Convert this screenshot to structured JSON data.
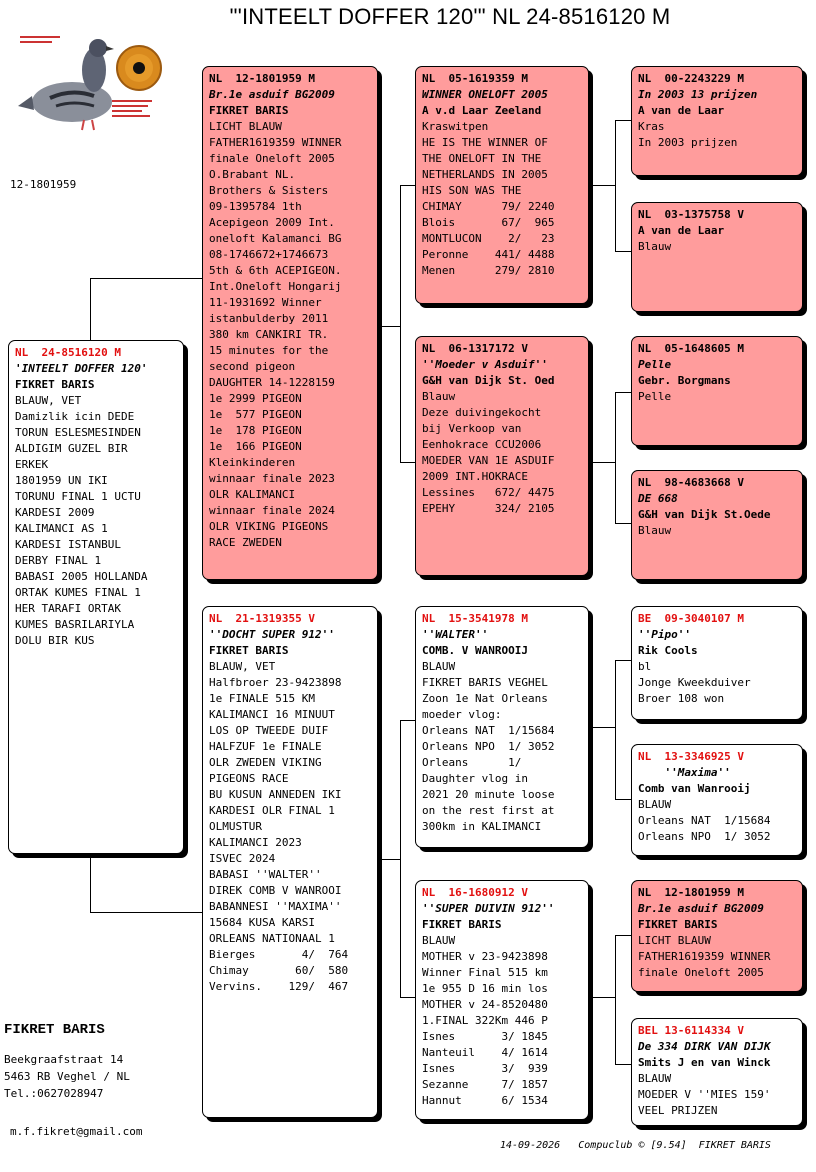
{
  "title": "\"'INTEELT DOFFER 120'\"  NL  24-8516120 M",
  "ring_small": "12-1801959",
  "owner": {
    "name": "FIKRET BARIS",
    "address1": "Beekgraafstraat 14",
    "address2": "5463 RB  Veghel / NL",
    "phone": "Tel.:0627028947",
    "email": "m.f.fikret@gmail.com"
  },
  "footer": "14-09-2026   Compuclub © [9.54]  FIKRET BARIS",
  "subject": {
    "ring": "NL  24-8516120 M",
    "name": "'INTEELT DOFFER 120'",
    "breeder": "FIKRET BARIS",
    "lines": [
      "BLAUW, VET",
      "Damizlik icin DEDE",
      "TORUN ESLESMESINDEN",
      "ALDIGIM GUZEL BIR",
      "ERKEK",
      "1801959 UN IKI",
      "TORUNU FINAL 1 UCTU",
      "KARDESI 2009",
      "KALIMANCI AS 1",
      "KARDESI ISTANBUL",
      "DERBY FINAL 1",
      "BABASI 2005 HOLLANDA",
      "ORTAK KUMES FINAL 1",
      "",
      "HER TARAFI ORTAK",
      "KUMES BASRILARIYLA",
      "DOLU BIR KUS"
    ]
  },
  "sire": {
    "ring": "NL  12-1801959 M",
    "name": "Br.1e asduif BG2009",
    "breeder": "FIKRET BARIS",
    "lines": [
      "LICHT BLAUW",
      "FATHER1619359 WINNER",
      "finale Oneloft 2005",
      "O.Brabant NL.",
      "Brothers & Sisters",
      "09-1395784 1th",
      "Acepigeon 2009 Int.",
      "oneloft Kalamanci BG",
      "08-1746672+1746673",
      "5th & 6th ACEPIGEON.",
      "Int.Oneloft Hongarij",
      "11-1931692 Winner",
      "istanbulderby 2011",
      "380 km CANKIRI TR.",
      "15 minutes for the",
      "second pigeon",
      "DAUGHTER 14-1228159",
      "1e 2999 PIGEON",
      "1e  577 PIGEON",
      "1e  178 PIGEON",
      "1e  166 PIGEON",
      "Kleinkinderen",
      "winnaar finale 2023",
      "OLR KALIMANCI",
      "winnaar finale 2024",
      "OLR VIKING PIGEONS",
      "RACE ZWEDEN"
    ]
  },
  "dam": {
    "ring": "NL  21-1319355 V",
    "name": "''DOCHT SUPER 912''",
    "breeder": "FIKRET BARIS",
    "lines": [
      "BLAUW, VET",
      "Halfbroer 23-9423898",
      "1e FINALE 515 KM",
      "KALIMANCI 16 MINUUT",
      "LOS OP TWEEDE DUIF",
      "",
      "HALFZUF 1e FINALE",
      "OLR ZWEDEN VIKING",
      "PIGEONS RACE",
      "",
      "BU KUSUN ANNEDEN IKI",
      "KARDESI OLR FINAL 1",
      "OLMUSTUR",
      "KALIMANCI 2023",
      "ISVEC 2024",
      "",
      "BABASI ''WALTER''",
      "DIREK COMB V WANROOI",
      "BABANNESI ''MAXIMA''",
      "15684 KUSA KARSI",
      "ORLEANS NATIONAAL 1",
      "",
      "Bierges       4/  764",
      "Chimay       60/  580",
      "Vervins.    129/  467"
    ]
  },
  "ss": {
    "ring": "NL  05-1619359 M",
    "name": "WINNER ONELOFT 2005",
    "breeder": "A v.d Laar Zeeland",
    "lines": [
      "Kraswitpen",
      "HE IS THE WINNER OF",
      "THE ONELOFT IN THE",
      "NETHERLANDS IN 2005",
      "",
      "HIS SON WAS THE",
      "CHIMAY      79/ 2240",
      "Blois       67/  965",
      "MONTLUCON    2/   23",
      "Peronne    441/ 4488",
      "Menen      279/ 2810"
    ]
  },
  "sd": {
    "ring": "NL  06-1317172 V",
    "name": "''Moeder v Asduif''",
    "breeder": "G&H van Dijk St. Oed",
    "lines": [
      "Blauw",
      "Deze duivingekocht",
      "bij Verkoop van",
      "Eenhokrace CCU2006",
      "MOEDER VAN 1E ASDUIF",
      "2009 INT.HOKRACE",
      "Lessines   672/ 4475",
      "EPEHY      324/ 2105"
    ]
  },
  "ds": {
    "ring": "NL  15-3541978 M",
    "name": "''WALTER''",
    "breeder": "COMB. V WANROOIJ",
    "lines": [
      "BLAUW",
      "FIKRET BARIS VEGHEL",
      "Zoon 1e Nat Orleans",
      "moeder vlog:",
      "Orleans NAT  1/15684",
      "Orleans NPO  1/ 3052",
      "Orleans      1/",
      "Daughter vlog in",
      "2021 20 minute loose",
      "on the rest first at",
      "300km in KALIMANCI"
    ]
  },
  "dd": {
    "ring": "NL  16-1680912 V",
    "name": "''SUPER DUIVIN 912''",
    "breeder": "FIKRET BARIS",
    "lines": [
      "BLAUW",
      "MOTHER v 23-9423898",
      "Winner Final 515 km",
      "1e 955 D 16 min los",
      "MOTHER v 24-8520480",
      "1.FINAL 322Km 446 P",
      "Isnes       3/ 1845",
      "Nanteuil    4/ 1614",
      "Isnes       3/  939",
      "Sezanne     7/ 1857",
      "Hannut      6/ 1534"
    ]
  },
  "sss": {
    "ring": "NL  00-2243229 M",
    "name": "In 2003 13 prijzen",
    "breeder": "A van de Laar",
    "lines": [
      "Kras",
      "In 2003 prijzen"
    ]
  },
  "ssd": {
    "ring": "NL  03-1375758 V",
    "name": "",
    "breeder": "A van de Laar",
    "lines": [
      "Blauw"
    ]
  },
  "sds": {
    "ring": "NL  05-1648605 M",
    "name": "Pelle",
    "breeder": "Gebr. Borgmans",
    "lines": [
      "Pelle"
    ]
  },
  "sdd": {
    "ring": "NL  98-4683668 V",
    "name": "DE 668",
    "breeder": "G&H van Dijk St.Oede",
    "lines": [
      "Blauw"
    ]
  },
  "dss": {
    "ring": "BE  09-3040107 M",
    "name": "''Pipo''",
    "breeder": "Rik Cools",
    "lines": [
      "bl",
      "Jonge Kweekduiver",
      "Broer 108 won"
    ]
  },
  "dsd": {
    "ring": "NL  13-3346925 V",
    "name": "    ''Maxima''",
    "breeder": "Comb van Wanrooij",
    "lines": [
      "BLAUW",
      "Orleans NAT  1/15684",
      "Orleans NPO  1/ 3052"
    ]
  },
  "dds": {
    "ring": "NL  12-1801959 M",
    "name": "Br.1e asduif BG2009",
    "breeder": "FIKRET BARIS",
    "lines": [
      "LICHT BLAUW",
      "FATHER1619359 WINNER",
      "finale Oneloft 2005"
    ]
  },
  "ddd": {
    "ring": "BEL 13-6114334 V",
    "name": "De 334 DIRK VAN DIJK",
    "breeder": "Smits J en van Winck",
    "lines": [
      "BLAUW",
      "MOEDER V ''MIES 159'",
      "VEEL PRIJZEN"
    ]
  },
  "colors": {
    "pink": "#ff9c9c",
    "ring_red": "#e21010"
  }
}
